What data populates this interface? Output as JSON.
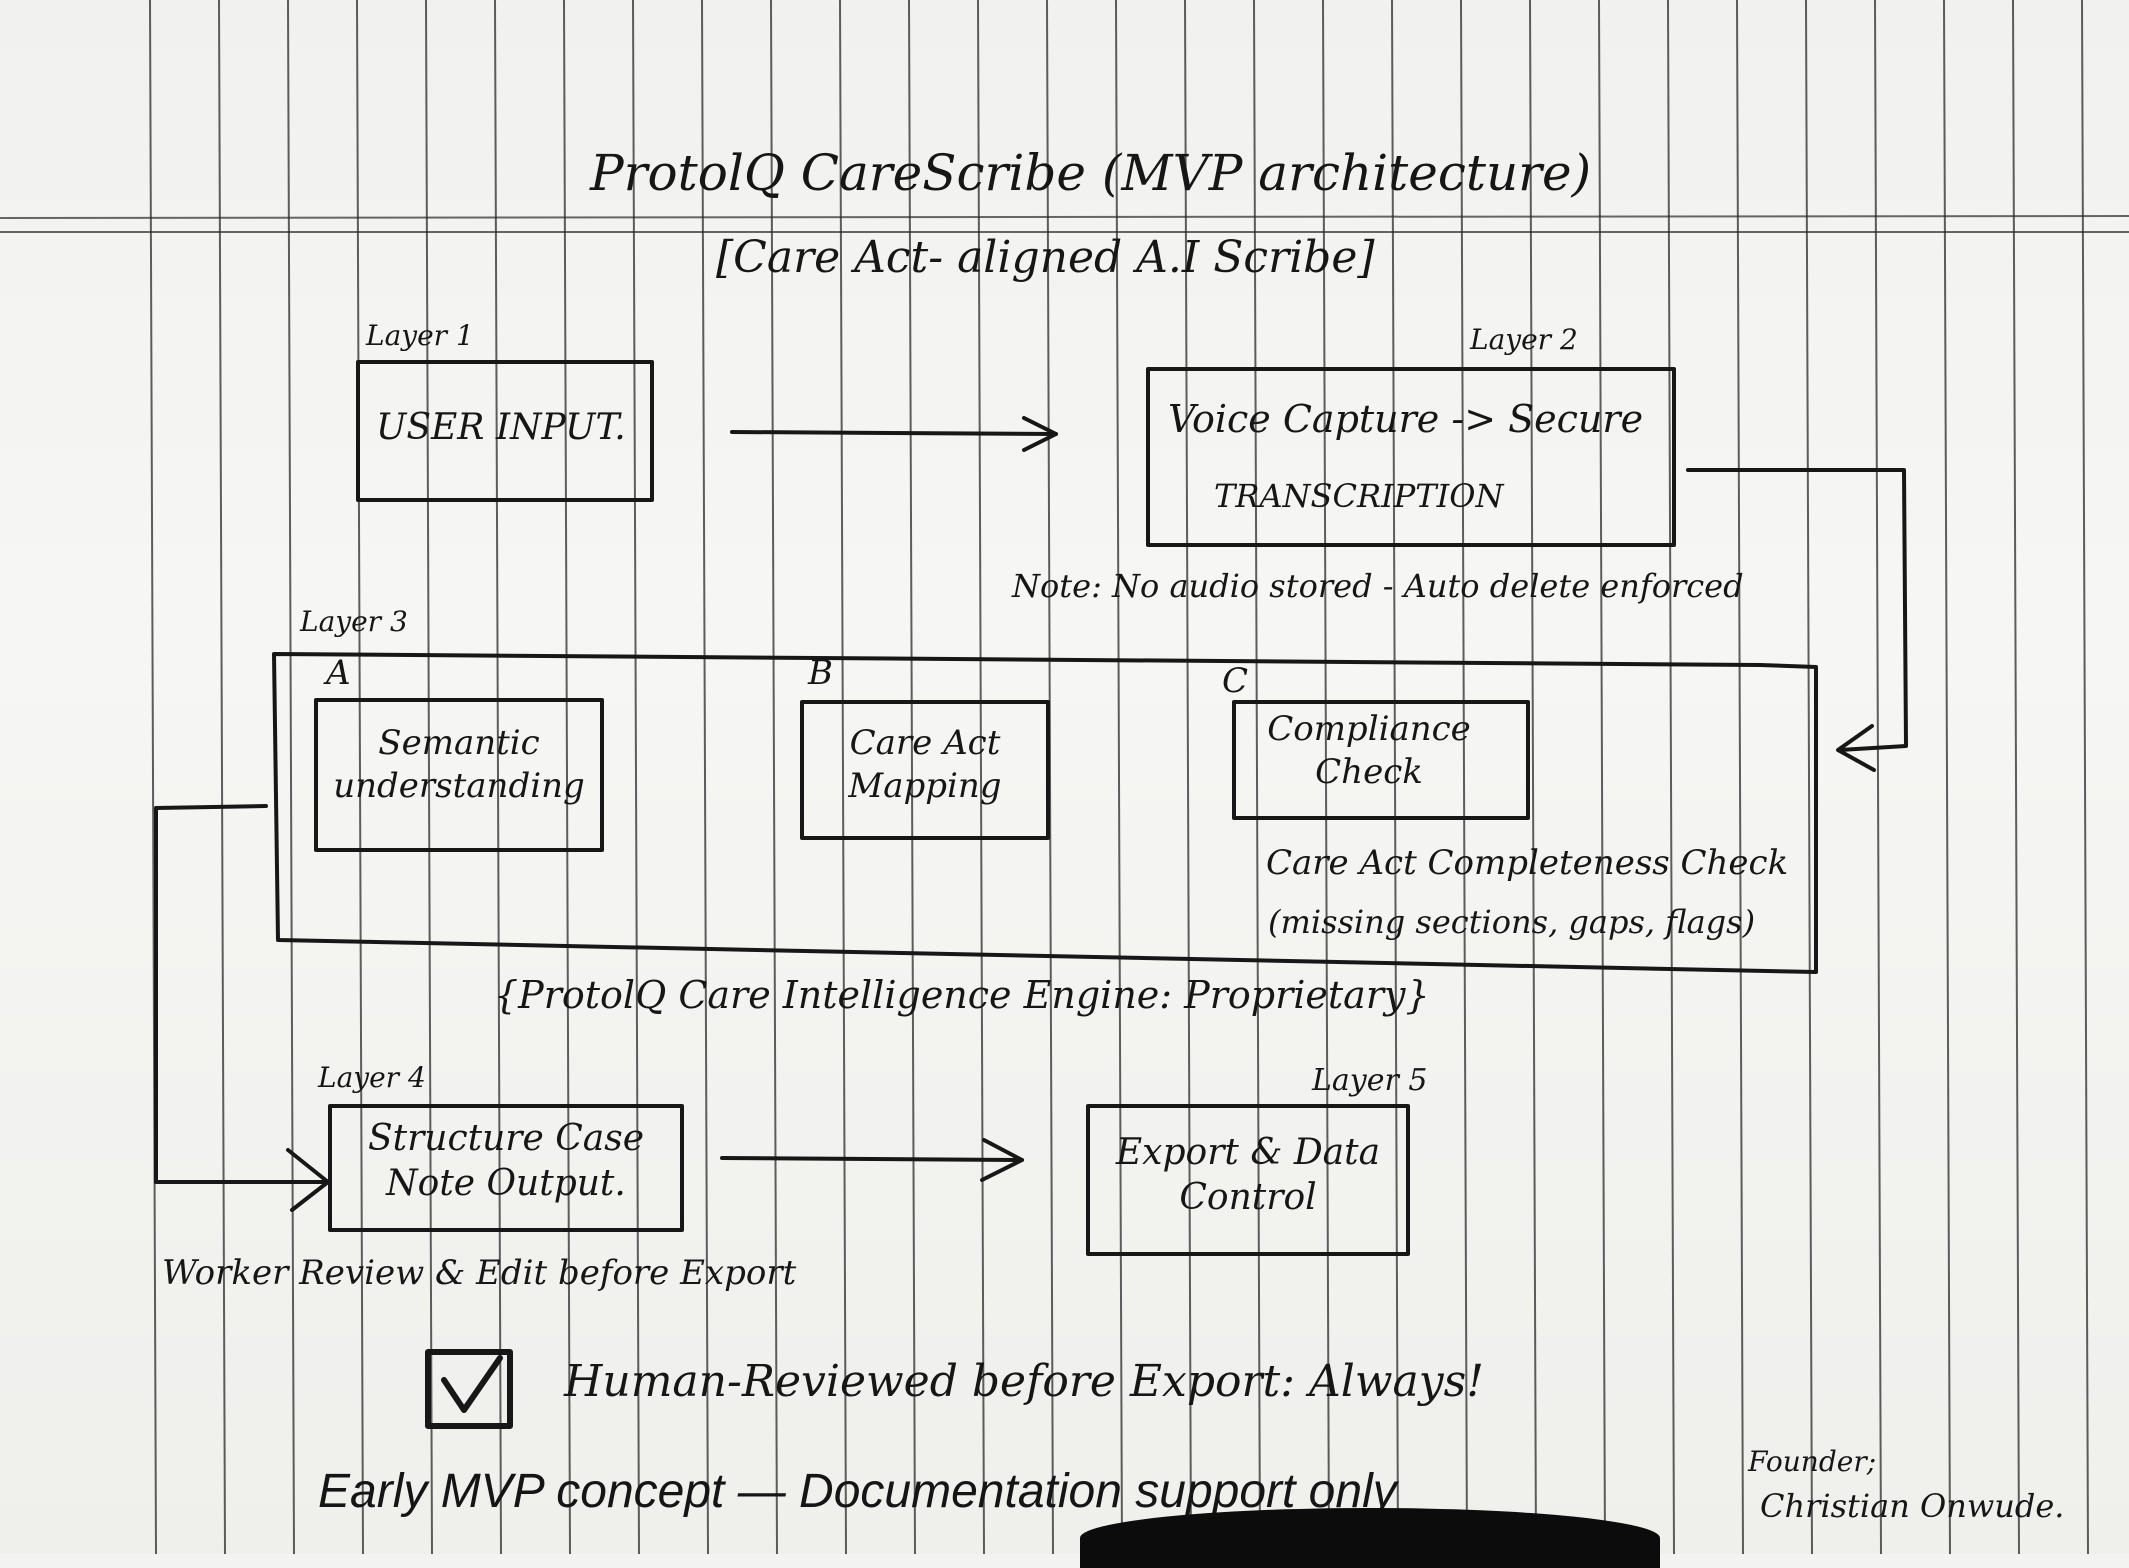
{
  "title": "ProtolQ CareScribe (MVP architecture)",
  "subtitle": "[Care Act- aligned A.I Scribe]",
  "layers": {
    "layer1": {
      "label": "Layer 1",
      "text": "USER INPUT."
    },
    "layer2": {
      "label": "Layer 2",
      "text_line1": "Voice Capture -> Secure",
      "text_line2": "TRANSCRIPTION"
    },
    "note": "Note: No audio stored - Auto delete enforced",
    "layer3": {
      "label": "Layer 3",
      "a": {
        "letter": "A",
        "text": "Semantic understanding"
      },
      "b": {
        "letter": "B",
        "text": "Care Act Mapping"
      },
      "c": {
        "letter": "C",
        "text": "Compliance Check"
      },
      "completeness_line1": "Care Act Completeness Check",
      "completeness_line2": "(missing sections, gaps, flags)"
    },
    "engine": "{ProtolQ Care Intelligence Engine: Proprietary}",
    "layer4": {
      "label": "Layer 4",
      "text": "Structure Case Note Output."
    },
    "layer5": {
      "label": "Layer 5",
      "text": "Export & Data Control"
    },
    "review_note": "Worker Review & Edit before Export"
  },
  "checkbox": {
    "mark": "✓",
    "text": "Human-Reviewed before Export: Always!"
  },
  "footer": "Early MVP concept — Documentation support only",
  "signature": {
    "role": "Founder;",
    "name": "Christian Onwude."
  },
  "colors": {
    "paper": "#f3f3f1",
    "ink": "#161616",
    "rule": "#2a2a2a"
  }
}
